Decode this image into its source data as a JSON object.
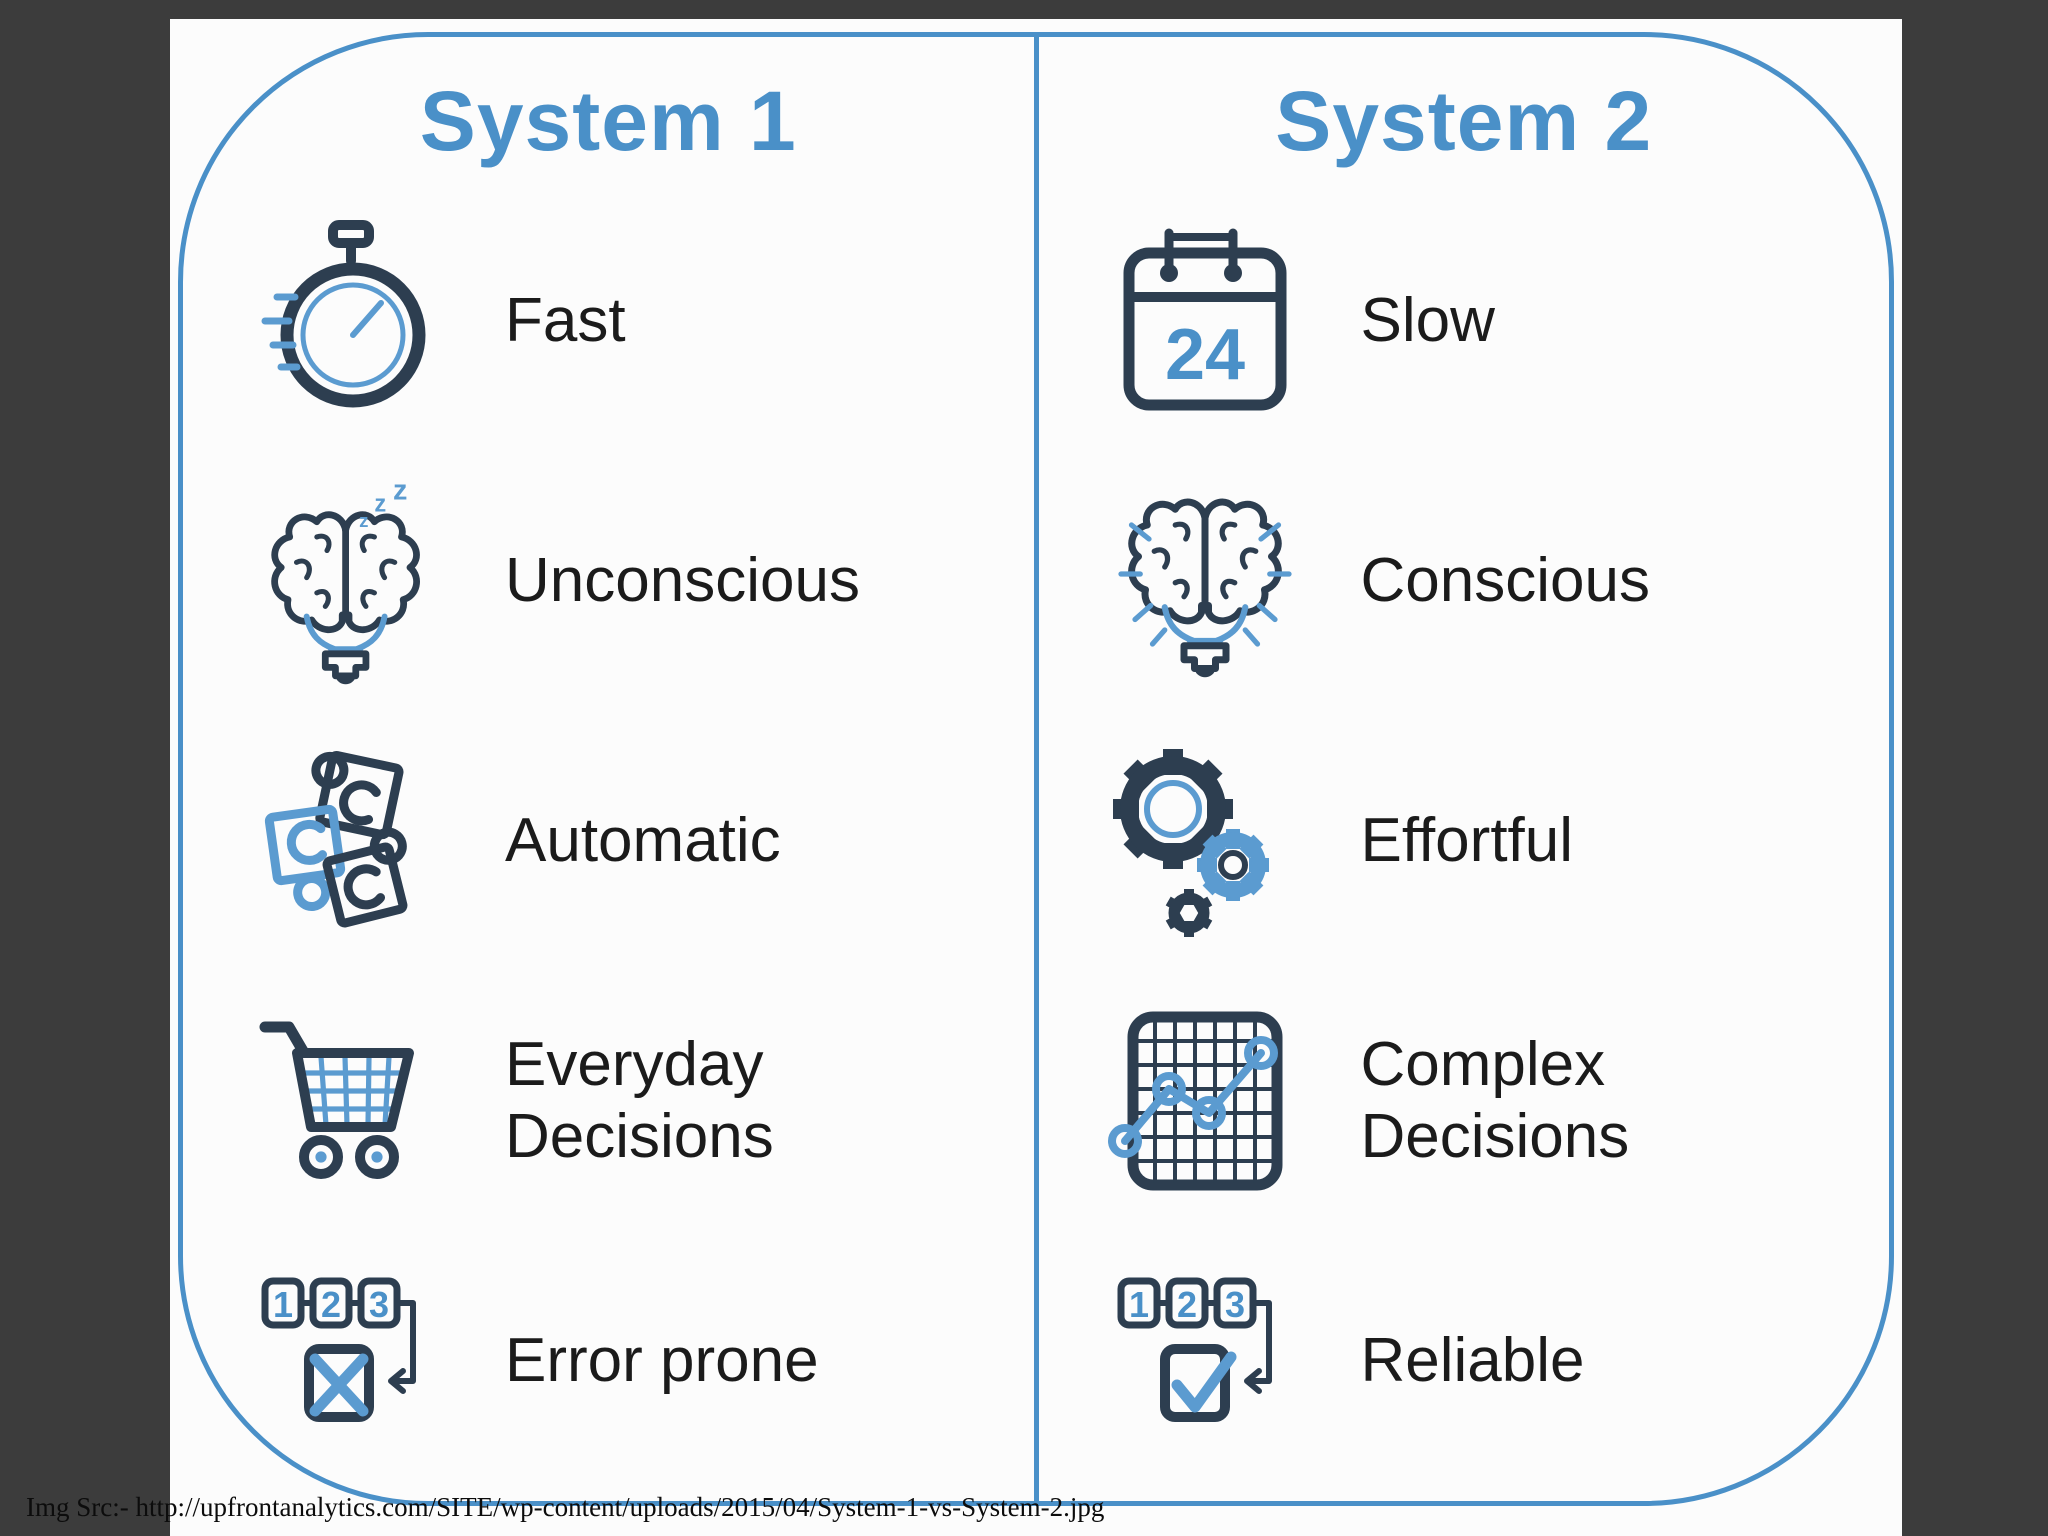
{
  "colors": {
    "background": "#3c3c3c",
    "slide": "#fcfcfc",
    "accent_blue": "#4a90c8",
    "icon_blue": "#5b9bd0",
    "icon_dark": "#2d3e50",
    "label_text": "#1b1b1b"
  },
  "caption": "Img Src:- http://upfrontanalytics.com/SITE/wp-content/uploads/2015/04/System-1-vs-System-2.jpg",
  "columns": [
    {
      "title": "System 1",
      "rows": [
        {
          "icon": "stopwatch-icon",
          "label": "Fast"
        },
        {
          "icon": "sleeping-brain-icon",
          "label": "Unconscious"
        },
        {
          "icon": "puzzle-pieces-icon",
          "label": "Automatic"
        },
        {
          "icon": "shopping-cart-icon",
          "label": "Everyday Decisions"
        },
        {
          "icon": "steps-error-icon",
          "label": "Error prone"
        }
      ]
    },
    {
      "title": "System 2",
      "rows": [
        {
          "icon": "calendar-icon",
          "label": "Slow"
        },
        {
          "icon": "awake-brain-icon",
          "label": "Conscious"
        },
        {
          "icon": "gears-icon",
          "label": "Effortful"
        },
        {
          "icon": "line-chart-icon",
          "label": "Complex Decisions"
        },
        {
          "icon": "steps-check-icon",
          "label": "Reliable"
        }
      ]
    }
  ],
  "icon_text": {
    "calendar_day": "24",
    "steps": [
      "1",
      "2",
      "3"
    ],
    "sleep_z": "z"
  }
}
